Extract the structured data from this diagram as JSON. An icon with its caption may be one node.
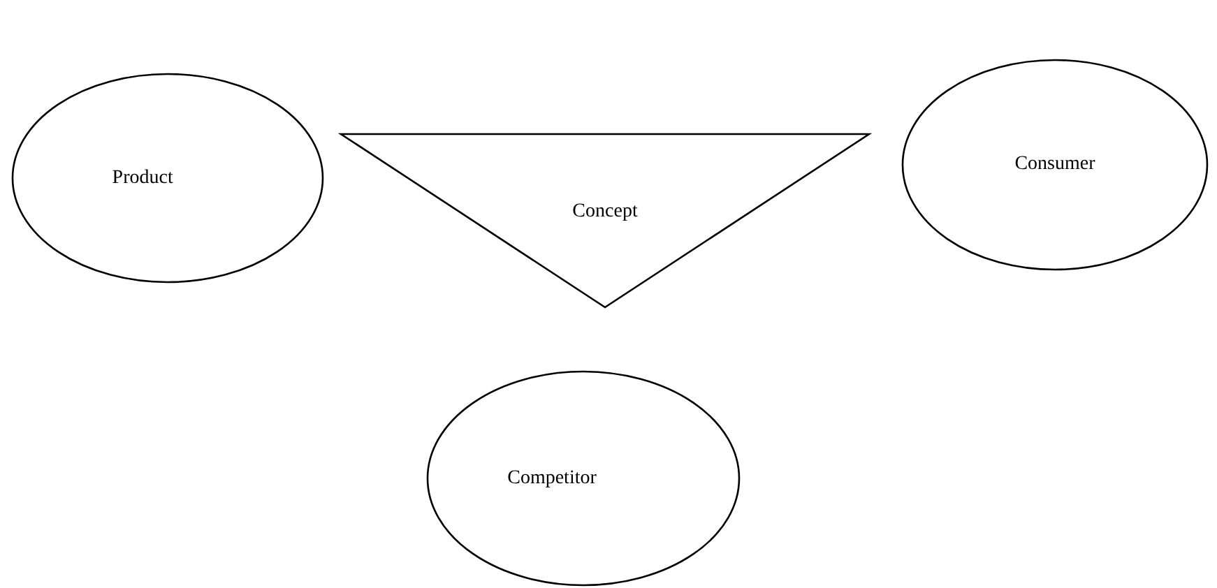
{
  "diagram": {
    "nodes": [
      {
        "text": [
          "Product"
        ]
      },
      {
        "text": [
          "Concept"
        ]
      },
      {
        "text": [
          "Consumer"
        ]
      },
      {
        "text": [
          "Competitor"
        ]
      }
    ]
  }
}
